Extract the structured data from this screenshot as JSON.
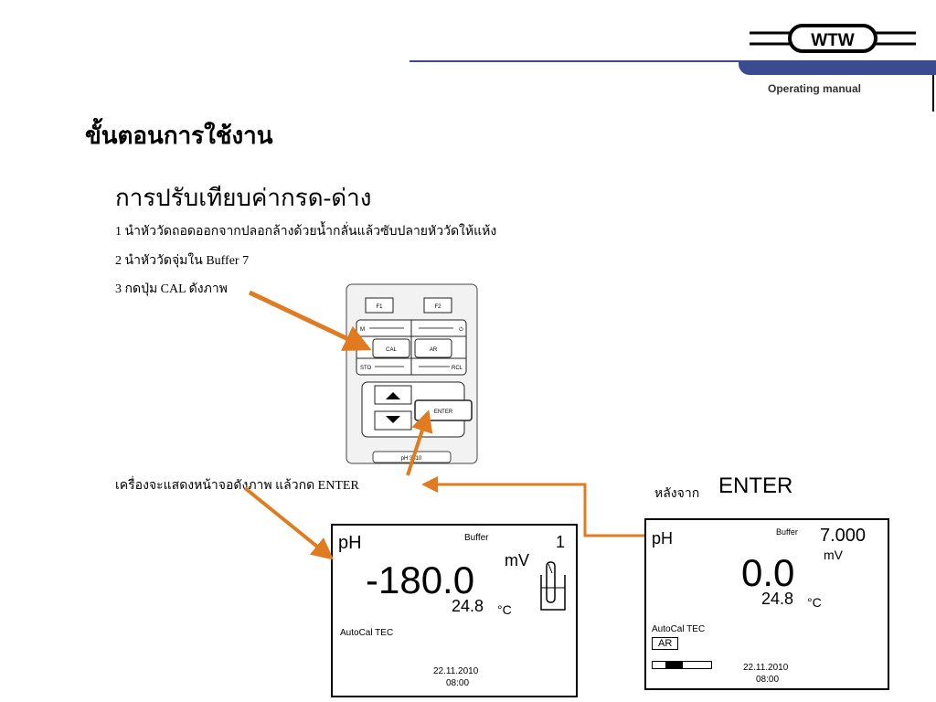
{
  "header": {
    "logo_text": "WTW",
    "manual": "Operating manual"
  },
  "title": "ขั้นตอนการใช้งาน",
  "subtitle": "การปรับเทียบค่ากรด-ด่าง",
  "steps": [
    "1 นำหัววัดถอดออกจากปลอกล้างด้วยน้ำกลั่นแล้วซับปลายหัววัดให้แห้ง",
    "2 นำหัววัดจุ่มใน Buffer 7",
    "3 กดปุ่ม CAL ดังภาพ"
  ],
  "captions": {
    "left": "เครื่องจะแสดงหน้าจอดังภาพ   แล้วกด ENTER",
    "right_prefix": "หลังจาก",
    "right_key": "ENTER"
  },
  "keypad": {
    "f1": "F1",
    "f2": "F2",
    "m": "M",
    "cal": "CAL",
    "ar": "AR",
    "sto": "STO",
    "rcl": "RCL",
    "enter": "ENTER",
    "model": "pH 3310"
  },
  "display1": {
    "mode": "pH",
    "label": "Buffer",
    "buffer_no": "1",
    "value": "-180.0",
    "unit": "mV",
    "temp": "24.8",
    "temp_unit": "°C",
    "autocal": "AutoCal TEC",
    "date": "22.11.2010",
    "time": "08:00"
  },
  "display2": {
    "mode": "pH",
    "label": "Buffer",
    "buffer_value": "7.000",
    "value": "0.0",
    "unit": "mV",
    "temp": "24.8",
    "temp_unit": "°C",
    "autocal": "AutoCal TEC",
    "ar": "AR",
    "date": "22.11.2010",
    "time": "08:00",
    "progress": 0.3
  },
  "colors": {
    "brand_blue": "#3a4c8f",
    "arrow_orange": "#e07b20"
  }
}
